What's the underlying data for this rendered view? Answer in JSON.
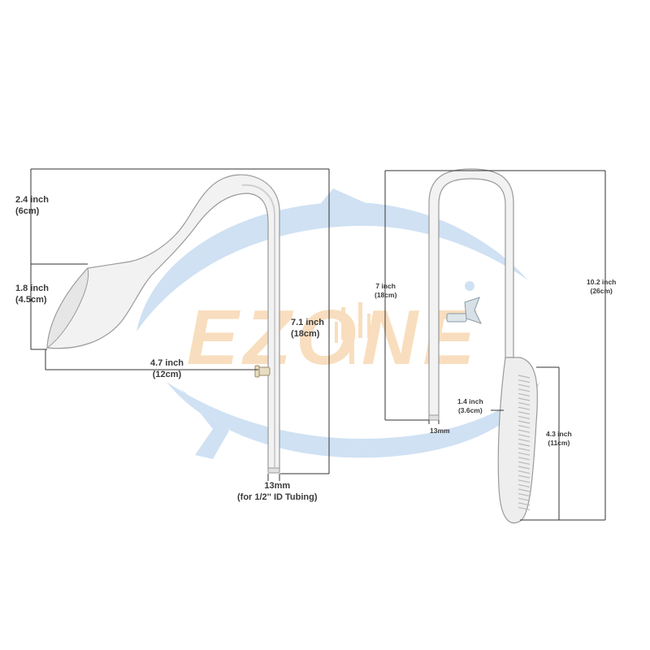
{
  "watermark": {
    "text": "EZONE",
    "color_blue": "#9fc3e6",
    "color_orange": "#f4c080"
  },
  "colors": {
    "line": "#333333",
    "glass_edge": "#8a8a8a",
    "glass_fill": "#e9e9e9"
  },
  "left_product": {
    "dim_top": {
      "value": "2.4 inch",
      "metric": "(6cm)"
    },
    "dim_mouth": {
      "value": "1.8 inch",
      "metric": "(4.5cm)"
    },
    "dim_reach": {
      "value": "4.7 inch",
      "metric": "(12cm)"
    },
    "dim_height": {
      "value": "7.1 inch",
      "metric": "(18cm)"
    },
    "tube_diameter": {
      "value": "13mm",
      "note": "(for 1/2'' ID Tubing)"
    }
  },
  "right_product": {
    "dim_leg": {
      "value": "7 inch",
      "metric": "(18cm)"
    },
    "dim_total": {
      "value": "10.2 inch",
      "metric": "(26cm)"
    },
    "dim_width": {
      "value": "1.4 inch",
      "metric": "(3.6cm)"
    },
    "dim_head": {
      "value": "4.3 inch",
      "metric": "(11cm)"
    },
    "tube_diameter": {
      "value": "13mm"
    }
  }
}
